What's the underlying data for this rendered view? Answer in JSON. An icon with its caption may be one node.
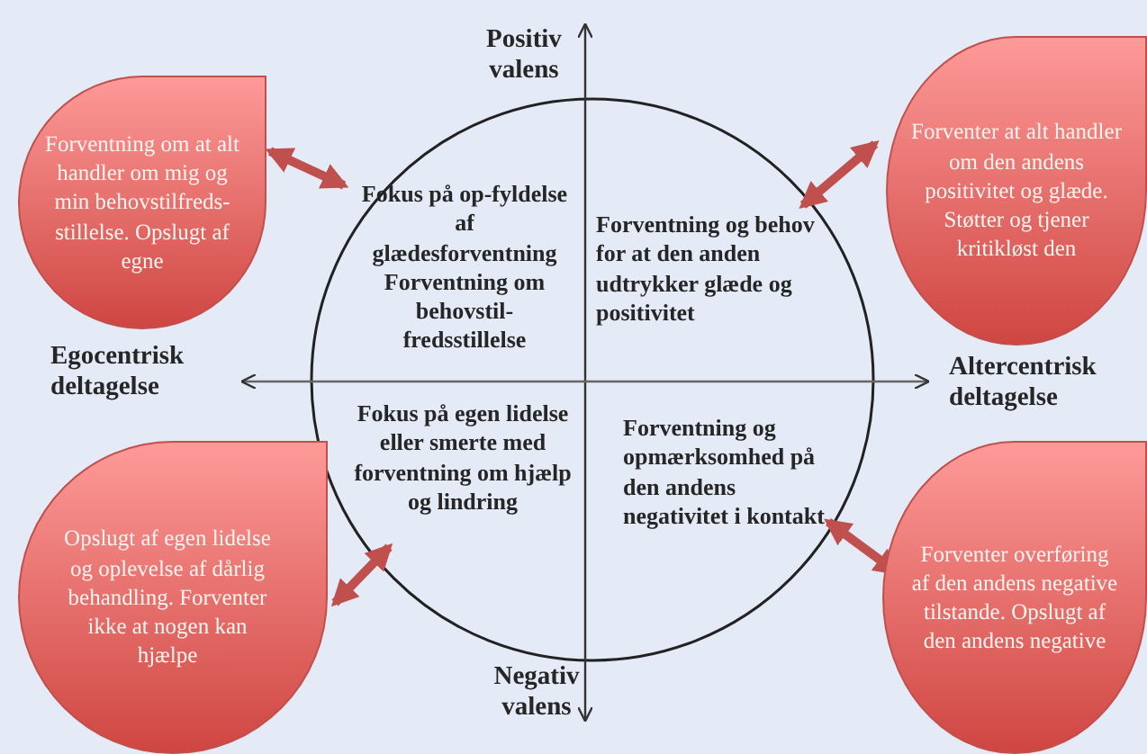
{
  "diagram": {
    "nodes": [
      {
        "text": [
          "Forventning om at alt handler om mig og min behovstilfreds-stillelse. Opslugt af egne"
        ]
      },
      {
        "text": [
          "Forventer at alt handler om den andens positivitet og glæde. Støtter og tjener kritikløst den"
        ]
      },
      {
        "text": [
          "Fokus på op-fyldelse af glædesforventning Forventning om behovstil-fredsstillelse"
        ]
      },
      {
        "text": [
          "Forventning og behov for at den anden udtrykker glæde og positivitet"
        ]
      },
      {
        "text": [
          "Fokus på egen lidelse eller smerte med forventning om hjælp og lindring"
        ]
      },
      {
        "text": [
          "Forventning og opmærksomhed på den andens negativitet i kontakt"
        ]
      },
      {
        "text": [
          "Opslugt af egen lidelse og oplevelse af dårlig behandling. Forventer ikke at nogen kan hjælpe"
        ]
      },
      {
        "text": [
          "Forventer overføring af den andens negative tilstande. Opslugt af den andens negative"
        ]
      }
    ],
    "edges": [
      {
        "from": 0,
        "to": 2,
        "arrow": "both"
      },
      {
        "from": 3,
        "to": 1,
        "arrow": "both"
      },
      {
        "from": 6,
        "to": 4,
        "arrow": "both"
      },
      {
        "from": 5,
        "to": 7,
        "arrow": "both"
      }
    ],
    "labels": [
      "Positiv valens",
      "Egocentrisk deltagelse",
      "Altercentrisk deltagelse",
      "Negativ valens"
    ]
  }
}
